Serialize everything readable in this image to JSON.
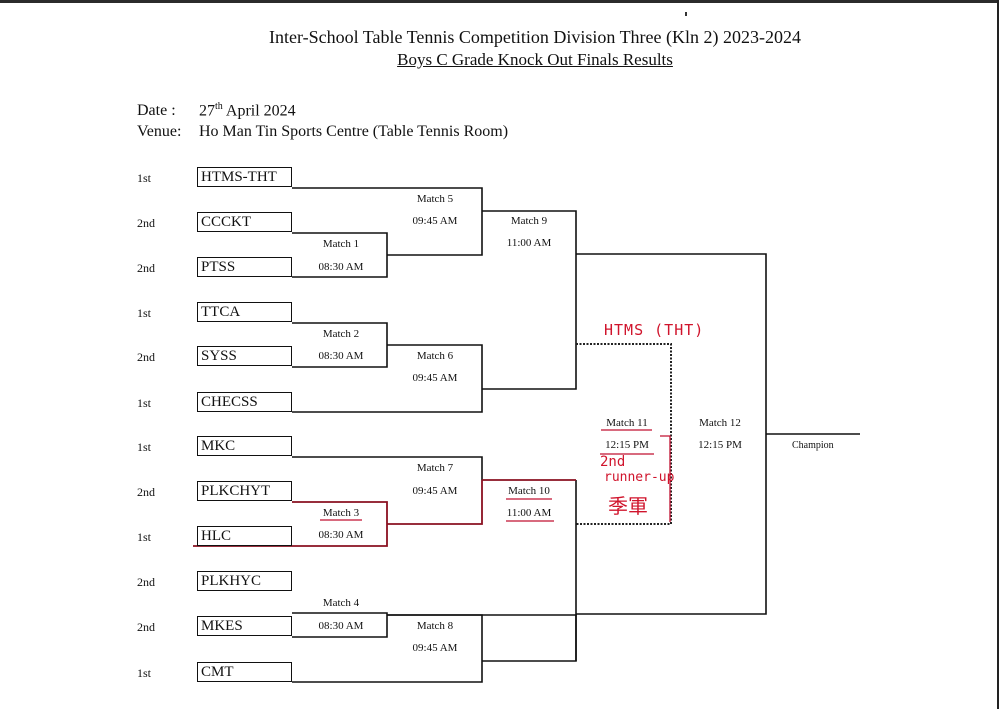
{
  "document": {
    "title": "Inter-School Table Tennis Competition Division Three (Kln 2) 2023-2024",
    "subtitle": "Boys C Grade Knock Out Finals Results",
    "date_label": "Date :",
    "date_day": "27",
    "date_suffix": "th",
    "date_rest": "April 2024",
    "venue_label": "Venue:",
    "venue": "Ho Man Tin Sports Centre (Table Tennis Room)"
  },
  "teams": [
    {
      "rank": "1st",
      "name": "HTMS-THT"
    },
    {
      "rank": "2nd",
      "name": "CCCKT"
    },
    {
      "rank": "2nd",
      "name": "PTSS"
    },
    {
      "rank": "1st",
      "name": "TTCA"
    },
    {
      "rank": "2nd",
      "name": "SYSS"
    },
    {
      "rank": "1st",
      "name": "CHECSS"
    },
    {
      "rank": "1st",
      "name": "MKC"
    },
    {
      "rank": "2nd",
      "name": "PLKCHYT"
    },
    {
      "rank": "1st",
      "name": "HLC"
    },
    {
      "rank": "2nd",
      "name": "PLKHYC"
    },
    {
      "rank": "2nd",
      "name": "MKES"
    },
    {
      "rank": "1st",
      "name": "CMT"
    }
  ],
  "matches": [
    {
      "name": "Match 1",
      "time": "08:30 AM"
    },
    {
      "name": "Match 2",
      "time": "08:30 AM"
    },
    {
      "name": "Match 3",
      "time": "08:30 AM"
    },
    {
      "name": "Match 4",
      "time": "08:30 AM"
    },
    {
      "name": "Match 5",
      "time": "09:45 AM"
    },
    {
      "name": "Match 6",
      "time": "09:45 AM"
    },
    {
      "name": "Match 7",
      "time": "09:45 AM"
    },
    {
      "name": "Match 8",
      "time": "09:45 AM"
    },
    {
      "name": "Match 9",
      "time": "11:00 AM"
    },
    {
      "name": "Match 10",
      "time": "11:00 AM"
    },
    {
      "name": "Match 11",
      "time": "12:15 PM"
    },
    {
      "name": "Match 12",
      "time": "12:15 PM"
    }
  ],
  "champion_label": "Champion",
  "annotations": {
    "winner_note": "HTMS (THT)",
    "place_note_1": "2nd",
    "place_note_2": "runner-up",
    "place_note_3": "季軍",
    "ink_color": "#d0142c"
  }
}
